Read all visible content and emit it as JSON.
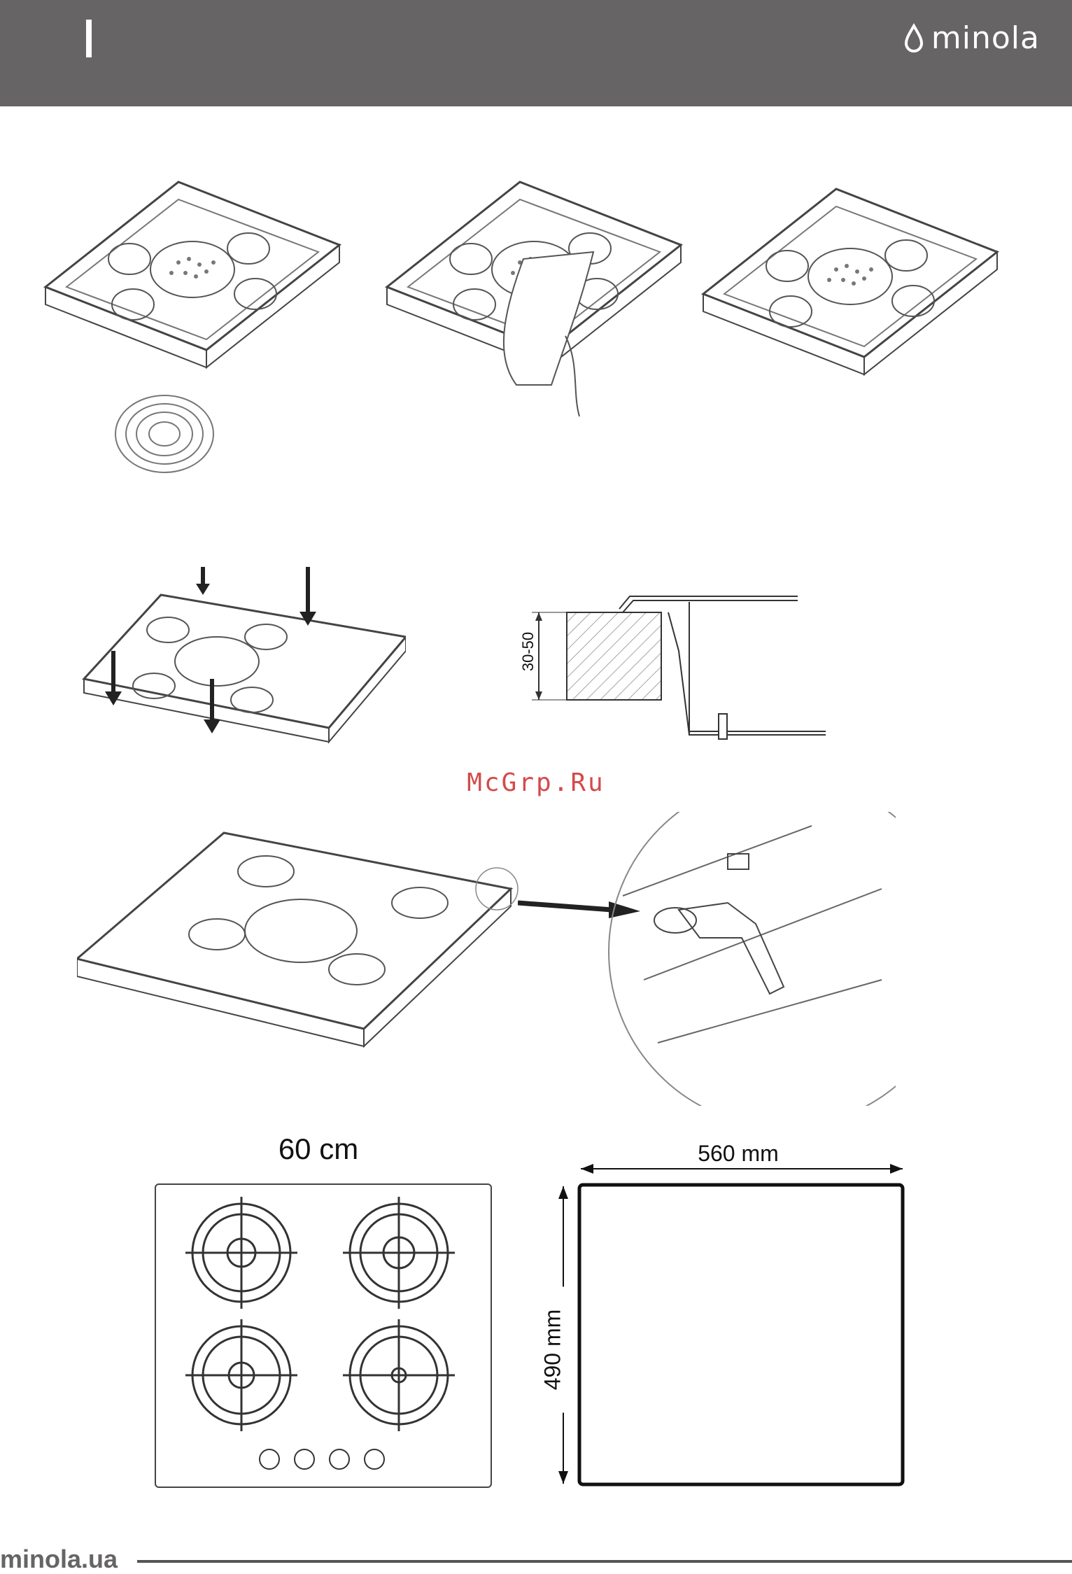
{
  "header": {
    "brand": "minola",
    "brand_icon": "drop-icon",
    "bg_color": "#666464"
  },
  "figures": {
    "step1": "hob-with-seal-roll",
    "step2": "hob-seal-being-applied",
    "step3": "hob-seal-applied",
    "clamps": "hob-clamp-positions",
    "section": "worktop-section"
  },
  "worktop_thickness_label": "30-50",
  "watermark": "McGrp.Ru",
  "hob_size_label": "60 cm",
  "cutout": {
    "width_label": "560 mm",
    "depth_label": "490 mm"
  },
  "footer": {
    "url": "minola.ua"
  }
}
